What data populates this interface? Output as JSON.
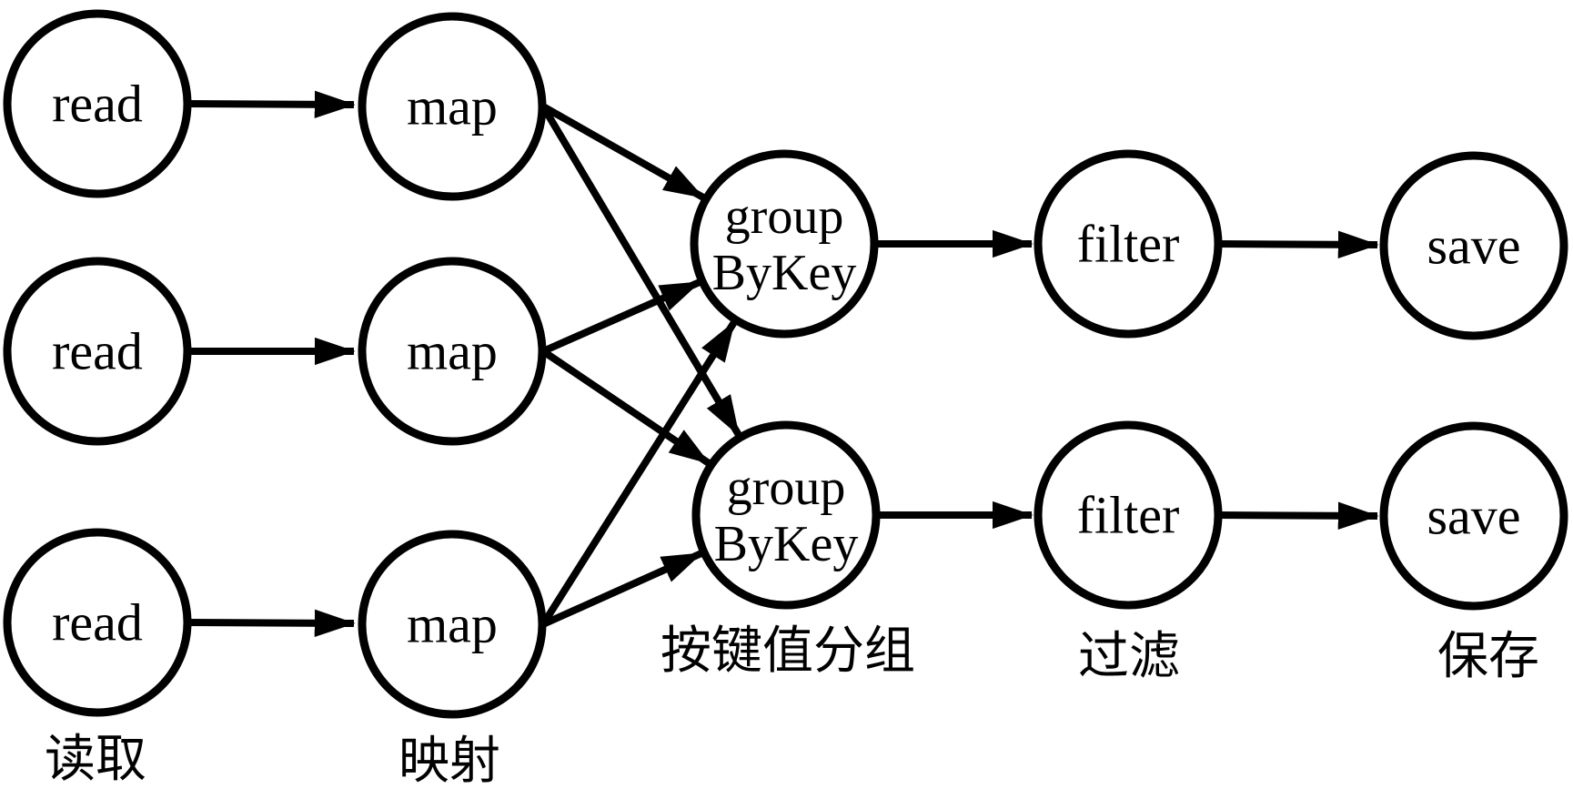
{
  "colors": {
    "background": "#ffffff",
    "stroke": "#000000",
    "text": "#000000"
  },
  "nodes": {
    "read_1": {
      "label": "read"
    },
    "read_2": {
      "label": "read"
    },
    "read_3": {
      "label": "read"
    },
    "map_1": {
      "label": "map"
    },
    "map_2": {
      "label": "map"
    },
    "map_3": {
      "label": "map"
    },
    "group_by_key_1": {
      "label_line1": "group",
      "label_line2": "ByKey"
    },
    "group_by_key_2": {
      "label_line1": "group",
      "label_line2": "ByKey"
    },
    "filter_1": {
      "label": "filter"
    },
    "filter_2": {
      "label": "filter"
    },
    "save_1": {
      "label": "save"
    },
    "save_2": {
      "label": "save"
    }
  },
  "captions": {
    "read": {
      "text": "读取"
    },
    "map": {
      "text": "映射"
    },
    "group_by_key": {
      "text": "按键值分组"
    },
    "filter": {
      "text": "过滤"
    },
    "save": {
      "text": "保存"
    }
  }
}
